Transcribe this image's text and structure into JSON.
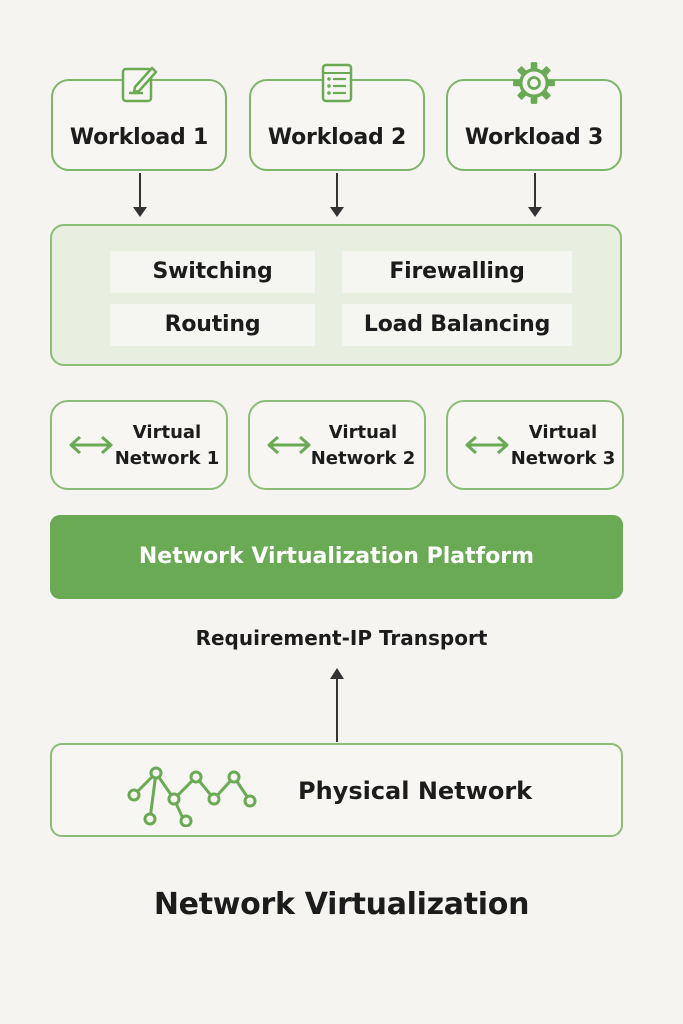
{
  "colors": {
    "accent": "#6aaa55",
    "border": "#8cbd77",
    "panel": "#e8eee0",
    "background": "#f5f4f0"
  },
  "workloads": [
    {
      "label": "Workload 1",
      "icon": "edit-document-icon"
    },
    {
      "label": "Workload 2",
      "icon": "list-document-icon"
    },
    {
      "label": "Workload 3",
      "icon": "gear-icon"
    }
  ],
  "services": {
    "switching": "Switching",
    "firewalling": "Firewalling",
    "routing": "Routing",
    "load_balancing": "Load Balancing"
  },
  "virtual_networks": [
    {
      "line1": "Virtual",
      "line2": "Network 1",
      "icon": "bidirectional-arrow-icon"
    },
    {
      "line1": "Virtual",
      "line2": "Network 2",
      "icon": "bidirectional-arrow-icon"
    },
    {
      "line1": "Virtual",
      "line2": "Network 3",
      "icon": "bidirectional-arrow-icon"
    }
  ],
  "platform": "Network Virtualization Platform",
  "transport": "Requirement-IP Transport",
  "physical": {
    "label": "Physical Network",
    "icon": "network-nodes-icon"
  },
  "caption": "Network Virtualization"
}
